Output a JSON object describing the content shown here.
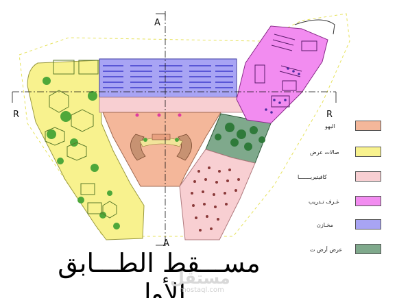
{
  "title": "مســـقط الطـــابق الأول",
  "section_marks": {
    "a_top": "A",
    "a_bottom": "A",
    "r_left": "R",
    "r_right": "R"
  },
  "legend": [
    {
      "label": "البهو",
      "color": "#f4b79a"
    },
    {
      "label": "صالات عرض",
      "color": "#f8f28e"
    },
    {
      "label": "كافيتيريـــــــا",
      "color": "#f8cfd2"
    },
    {
      "label": "غـرف تـدريب",
      "color": "#f28cf0"
    },
    {
      "label": "مخـازن",
      "color": "#a8a4f4"
    },
    {
      "label": "عرض أرض ت",
      "color": "#7fa98c"
    }
  ],
  "watermark": {
    "logo": "مستقل",
    "url": "mostaql.com"
  }
}
